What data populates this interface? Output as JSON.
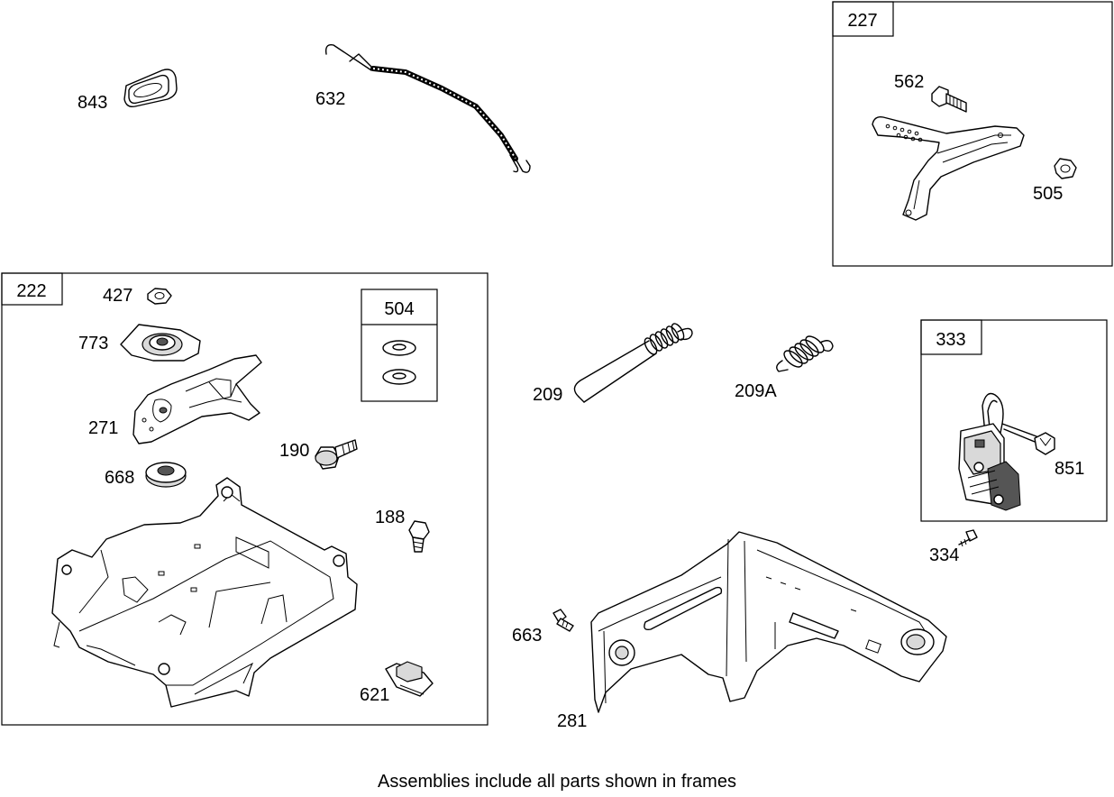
{
  "frames": {
    "f222": "222",
    "f504": "504",
    "f227": "227",
    "f333": "333"
  },
  "parts": {
    "p843": "843",
    "p632": "632",
    "p562": "562",
    "p505": "505",
    "p427": "427",
    "p773": "773",
    "p271": "271",
    "p190": "190",
    "p668": "668",
    "p188": "188",
    "p621": "621",
    "p209": "209",
    "p209A": "209A",
    "p333": "333",
    "p851": "851",
    "p334": "334",
    "p663": "663",
    "p281": "281"
  },
  "caption": "Assemblies include all parts shown in frames"
}
